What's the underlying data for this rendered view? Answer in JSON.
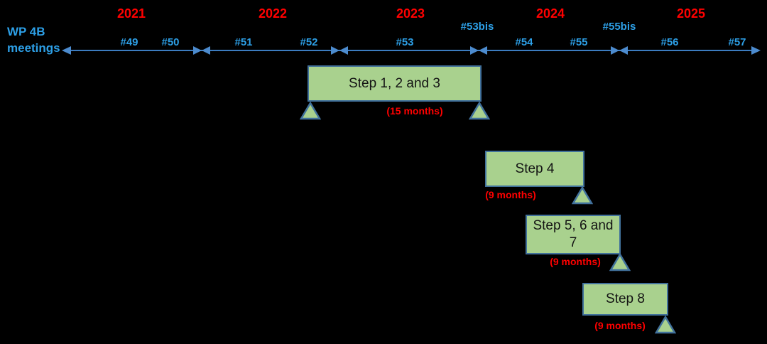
{
  "header": {
    "title_line1": "WP 4B",
    "title_line2": "meetings"
  },
  "timeline": {
    "years": [
      {
        "label": "2021"
      },
      {
        "label": "2022"
      },
      {
        "label": "2023"
      },
      {
        "label": "2024"
      },
      {
        "label": "2025"
      }
    ],
    "meetings": [
      {
        "label": "#49"
      },
      {
        "label": "#50"
      },
      {
        "label": "#51"
      },
      {
        "label": "#52"
      },
      {
        "label": "#53"
      },
      {
        "label": "#53bis"
      },
      {
        "label": "#54"
      },
      {
        "label": "#55"
      },
      {
        "label": "#55bis"
      },
      {
        "label": "#56"
      },
      {
        "label": "#57"
      }
    ]
  },
  "steps": [
    {
      "label": "Step 1, 2 and 3",
      "duration": "(15 months)"
    },
    {
      "label": "Step 4",
      "duration": "(9 months)"
    },
    {
      "label": "Step 5, 6 and 7",
      "duration": "(9 months)"
    },
    {
      "label": "Step 8",
      "duration": "(9 months)"
    }
  ],
  "colors": {
    "background": "#000000",
    "year_text": "#ff0000",
    "meeting_text": "#2d9fe6",
    "axis_line": "#3c7cc0",
    "axis_marker": "#4c8bce",
    "box_fill": "#a9d18e",
    "box_border": "#41719c",
    "duration_text": "#ff0000",
    "step_text": "#141414"
  }
}
